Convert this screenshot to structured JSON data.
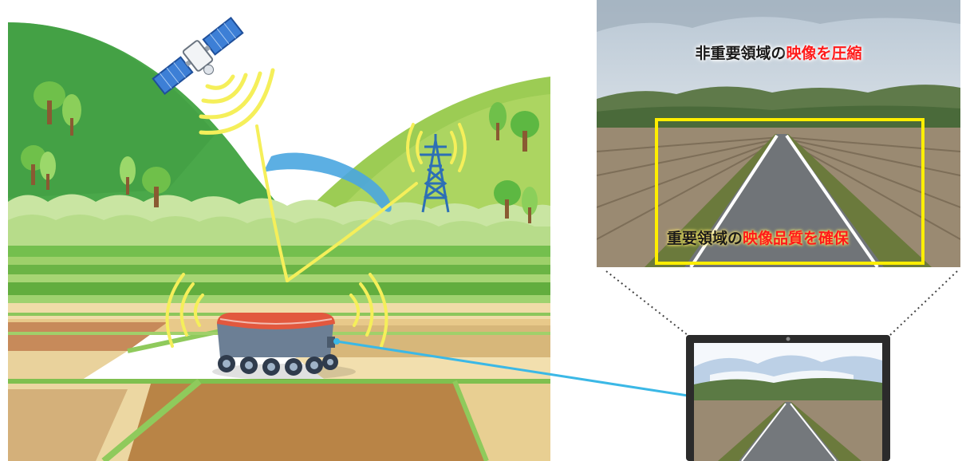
{
  "captions": {
    "top": {
      "normal": "非重要領域の",
      "highlight": "映像を圧縮"
    },
    "bottom": {
      "normal": "重要領域の",
      "highlight": "映像品質を確保"
    }
  },
  "icons": [
    "satellite-icon",
    "signal-waves-icon",
    "transmission-tower-icon",
    "robot-vehicle-icon",
    "monitor-icon"
  ],
  "colors": {
    "highlight_text": "#ff1a1a",
    "roi_frame": "#ffee00",
    "link_line": "#3bb8e6",
    "signal": "#f5ef5a"
  }
}
